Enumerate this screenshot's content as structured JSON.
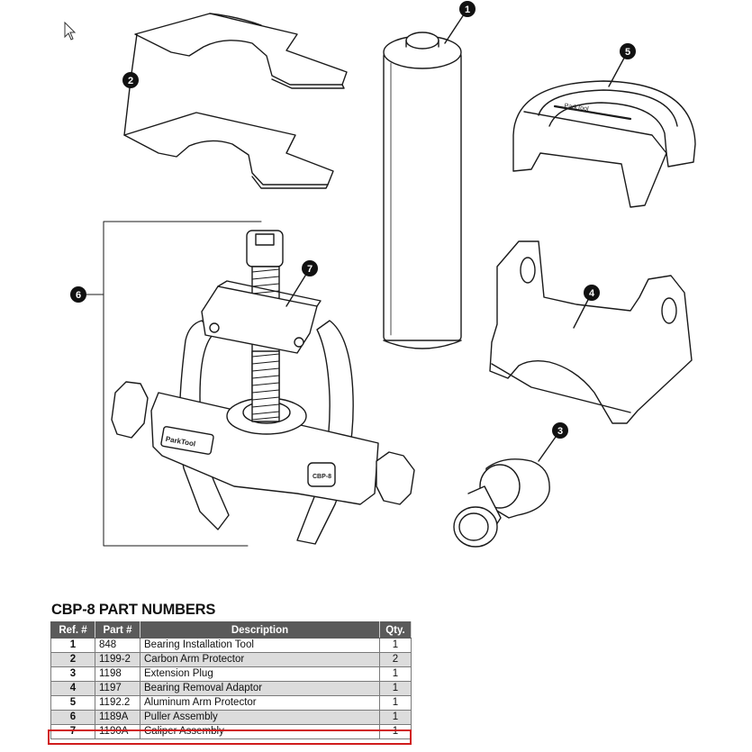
{
  "table": {
    "title": "CBP-8 PART NUMBERS",
    "headers": [
      "Ref. #",
      "Part #",
      "Description",
      "Qty."
    ],
    "rows": [
      {
        "ref": "1",
        "part": "848",
        "description": "Bearing Installation Tool",
        "qty": "1"
      },
      {
        "ref": "2",
        "part": "1199-2",
        "description": "Carbon Arm Protector",
        "qty": "2"
      },
      {
        "ref": "3",
        "part": "1198",
        "description": "Extension Plug",
        "qty": "1"
      },
      {
        "ref": "4",
        "part": "1197",
        "description": "Bearing Removal Adaptor",
        "qty": "1"
      },
      {
        "ref": "5",
        "part": "1192.2",
        "description": "Aluminum Arm Protector",
        "qty": "1"
      },
      {
        "ref": "6",
        "part": "1189A",
        "description": "Puller Assembly",
        "qty": "1"
      },
      {
        "ref": "7",
        "part": "1190A",
        "description": "Caliper Assembly",
        "qty": "1"
      }
    ],
    "highlighted_ref": "7"
  },
  "callouts": [
    "1",
    "2",
    "3",
    "4",
    "5",
    "6",
    "7"
  ],
  "tool_markings": {
    "brand": "ParkTool",
    "model": "CBP-8"
  },
  "colors": {
    "header_bg": "#5a5a5a",
    "shaded_row": "#dcdcdc",
    "highlight": "#d01c1c",
    "callout": "#111111"
  },
  "cursor": "arrow-pointer-icon"
}
